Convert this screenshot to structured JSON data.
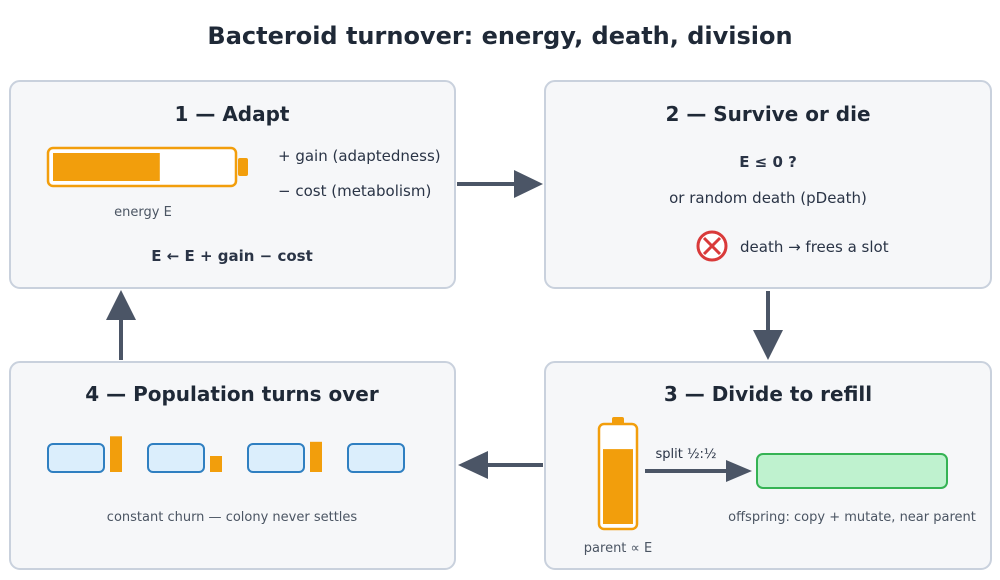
{
  "title": "Bacteroid turnover: energy, death, division",
  "colors": {
    "energy": "#f29e0c",
    "cell_fill": "#dbeefc",
    "cell_stroke": "#2f7fc1",
    "offspring_fill": "#bff2cf",
    "offspring_stroke": "#35b354",
    "death": "#d93a3a",
    "arrow": "#4b5566",
    "box_stroke": "#c9d1dd"
  },
  "panels": {
    "adapt": {
      "title": "1 — Adapt",
      "gain": "+ gain (adaptedness)",
      "cost": "− cost (metabolism)",
      "energy_label": "energy E",
      "formula": "E ← E + gain − cost",
      "energy_level": 0.6
    },
    "survive": {
      "title": "2 — Survive or die",
      "condition": "E ≤ 0 ?",
      "random": "or random death (pDeath)",
      "death_icon": "cross-circle-icon",
      "death_text": "death → frees a slot"
    },
    "divide": {
      "title": "3 — Divide to refill",
      "split": "split ½:½",
      "parent_label": "parent ∝ E",
      "offspring_label": "offspring: copy + mutate, near parent",
      "parent_energy": 0.78
    },
    "population": {
      "title": "4 — Population turns over",
      "caption": "constant churn — colony never settles",
      "cell_energies": [
        0.85,
        0.38,
        0.72,
        0
      ]
    }
  }
}
